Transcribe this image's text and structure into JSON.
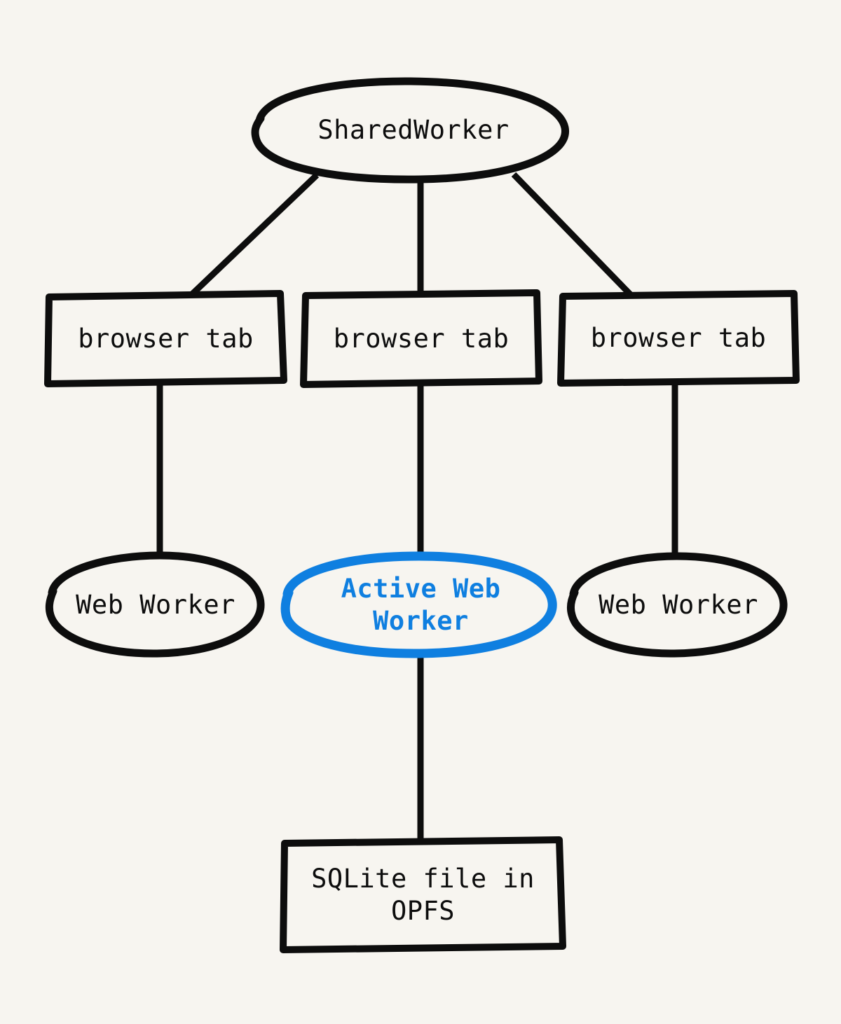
{
  "diagram": {
    "title": "SharedWorker / browser tab / Web Worker / OPFS architecture",
    "background_color": "#f7f5f0",
    "stroke_color": "#0d0d0d",
    "accent_color": "#0f7fe0",
    "nodes": {
      "shared_worker": {
        "label": "SharedWorker",
        "shape": "ellipse",
        "color": "#0d0d0d"
      },
      "browser_tab_left": {
        "label": "browser tab",
        "shape": "rectangle",
        "color": "#0d0d0d"
      },
      "browser_tab_center": {
        "label": "browser tab",
        "shape": "rectangle",
        "color": "#0d0d0d"
      },
      "browser_tab_right": {
        "label": "browser tab",
        "shape": "rectangle",
        "color": "#0d0d0d"
      },
      "web_worker_left": {
        "label": "Web Worker",
        "shape": "ellipse",
        "color": "#0d0d0d"
      },
      "active_web_worker": {
        "label": "Active Web\nWorker",
        "shape": "ellipse",
        "color": "#0f7fe0"
      },
      "web_worker_right": {
        "label": "Web Worker",
        "shape": "ellipse",
        "color": "#0d0d0d"
      },
      "sqlite_file": {
        "label": "SQLite file in\nOPFS",
        "shape": "rectangle",
        "color": "#0d0d0d"
      }
    },
    "edges": [
      {
        "from": "shared_worker",
        "to": "browser_tab_left"
      },
      {
        "from": "shared_worker",
        "to": "browser_tab_center"
      },
      {
        "from": "shared_worker",
        "to": "browser_tab_right"
      },
      {
        "from": "browser_tab_left",
        "to": "web_worker_left"
      },
      {
        "from": "browser_tab_center",
        "to": "active_web_worker"
      },
      {
        "from": "browser_tab_right",
        "to": "web_worker_right"
      },
      {
        "from": "active_web_worker",
        "to": "sqlite_file"
      }
    ]
  }
}
